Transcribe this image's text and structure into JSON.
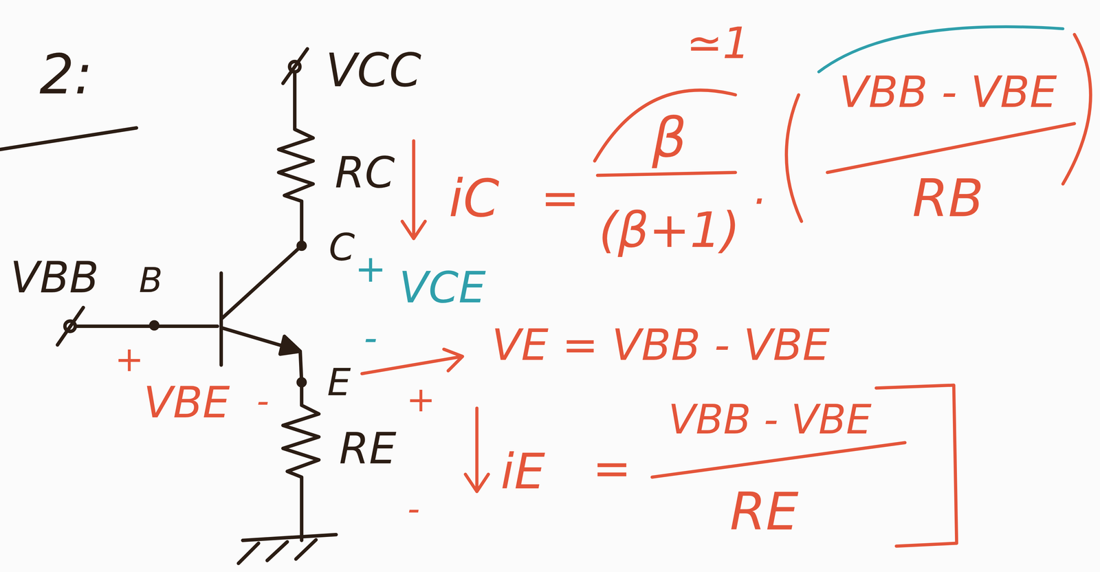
{
  "diagram": {
    "labels": [
      "2:",
      "VCC",
      "RC",
      "iC",
      "=",
      "≃1",
      "β",
      "(β+1)",
      "·",
      "VBB - VBE",
      "RB",
      "C",
      "+",
      "VCE",
      "VBB",
      "B",
      "-",
      "VE = VBB - VBE",
      "+",
      "VBE",
      "-",
      "E",
      "+",
      "RE",
      "iE",
      "=",
      "VBB - VBE",
      "RE",
      "-"
    ]
  }
}
